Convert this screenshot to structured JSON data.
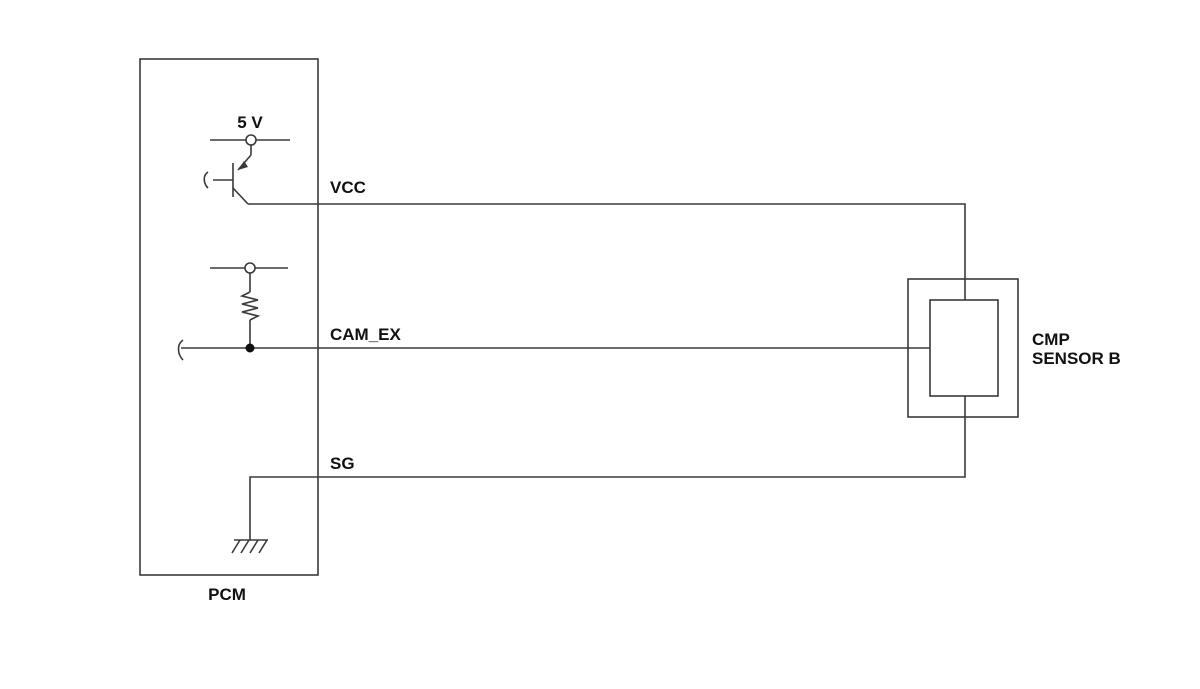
{
  "diagram": {
    "pcm_label": "PCM",
    "supply_label": "5 V",
    "wires": {
      "vcc": "VCC",
      "cam_ex": "CAM_EX",
      "sg": "SG"
    },
    "sensor": {
      "line1": "CMP",
      "line2": "SENSOR B"
    }
  }
}
